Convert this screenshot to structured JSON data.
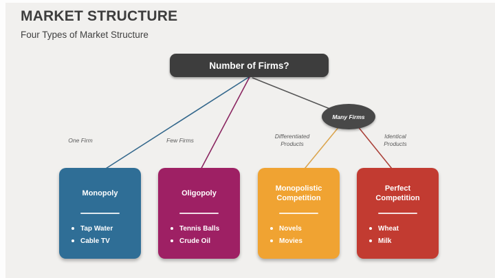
{
  "header": {
    "title": "MARKET STRUCTURE",
    "subtitle": "Four Types of Market Structure"
  },
  "diagram": {
    "root_node": {
      "label": "Number of Firms?",
      "bg": "#3d3d3d"
    },
    "many_firms_node": {
      "label": "Many Firms",
      "bg": "#484848"
    },
    "branch_labels": {
      "one_firm": "One Firm",
      "few_firms": "Few Firms",
      "differentiated_products": "Differentiated Products",
      "identical_products": "Identical Products"
    },
    "connectors": [
      {
        "name": "root-to-monopoly",
        "color": "#34688c"
      },
      {
        "name": "root-to-oligopoly",
        "color": "#8a2560"
      },
      {
        "name": "root-to-many-firms",
        "color": "#565656"
      },
      {
        "name": "many-firms-to-monopolistic",
        "color": "#dba54e"
      },
      {
        "name": "many-firms-to-perfect",
        "color": "#ab423a"
      }
    ],
    "cards": [
      {
        "title": "Monopoly",
        "bg": "#2f6e96",
        "items": [
          "Tap Water",
          "Cable TV"
        ]
      },
      {
        "title": "Oligopoly",
        "bg": "#9e2064",
        "items": [
          "Tennis Balls",
          "Crude Oil"
        ]
      },
      {
        "title": "Monopolistic Competition",
        "bg": "#f0a332",
        "items": [
          "Novels",
          "Movies"
        ]
      },
      {
        "title": "Perfect Competition",
        "bg": "#c23b31",
        "items": [
          "Wheat",
          "Milk"
        ]
      }
    ]
  }
}
